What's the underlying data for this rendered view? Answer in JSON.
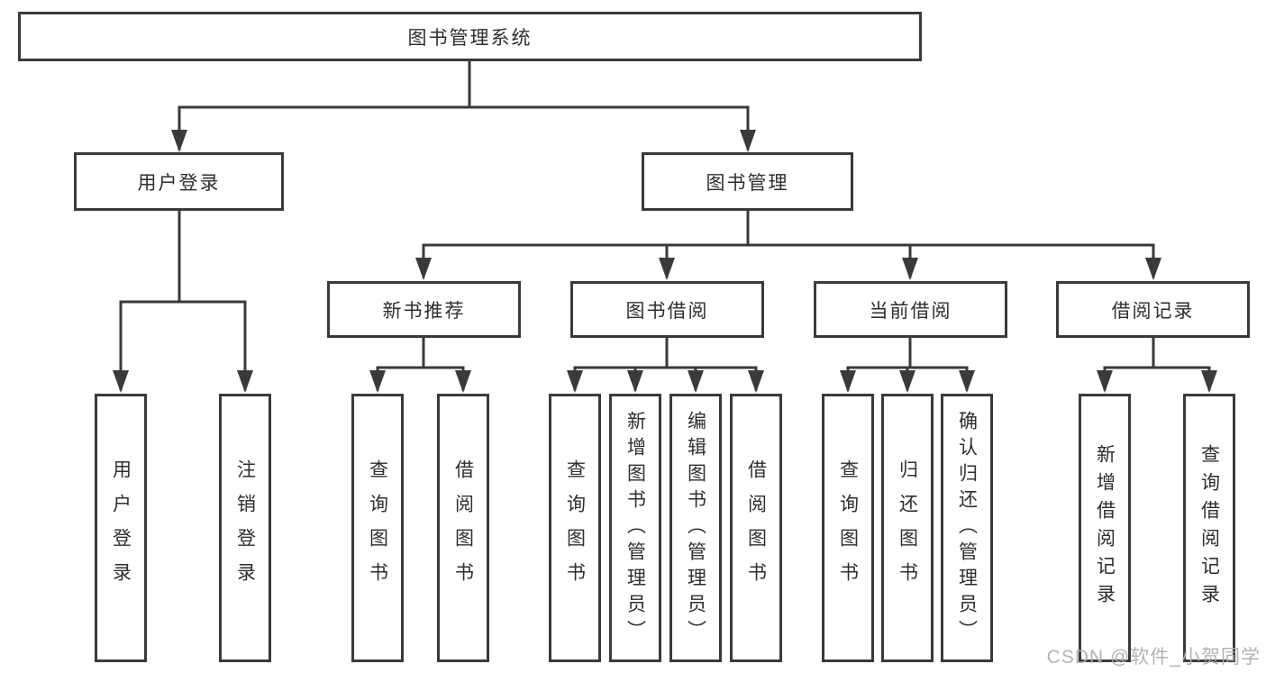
{
  "diagram": {
    "root": "图书管理系统",
    "level2": {
      "user_login": "用户登录",
      "book_management": "图书管理"
    },
    "level3": {
      "new_book_recommend": "新书推荐",
      "book_borrowing": "图书借阅",
      "current_borrowing": "当前借阅",
      "borrowing_records": "借阅记录"
    },
    "leaves": {
      "user_login": [
        "用户登录",
        "注销登录"
      ],
      "new_book_recommend": [
        "查询图书",
        "借阅图书"
      ],
      "book_borrowing": [
        "查询图书",
        "新增图书（管理员）",
        "编辑图书（管理员）",
        "借阅图书"
      ],
      "current_borrowing": [
        "查询图书",
        "归还图书",
        "确认归还（管理员）"
      ],
      "borrowing_records": [
        "新增借阅记录",
        "查询借阅记录"
      ]
    }
  },
  "watermark": "CSDN @软件_小贺同学",
  "colors": {
    "line": "#3a3a3a",
    "box_border": "#3a3a3a",
    "box_fill": "#ffffff",
    "text": "#2e2e2e",
    "watermark": "#afafaf",
    "background": "#ffffff"
  }
}
